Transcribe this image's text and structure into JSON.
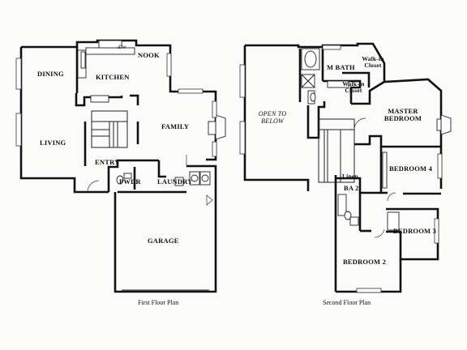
{
  "first_floor": {
    "caption": "First Floor Plan",
    "rooms": {
      "nook": "NOOK",
      "dining": "DINING",
      "kitchen": "KITCHEN",
      "dishwasher": "d/w",
      "family": "FAMILY",
      "living": "LIVING",
      "entry": "ENTRY",
      "powder": "PWDR",
      "laundry": "LAUNDRY",
      "garage": "GARAGE"
    }
  },
  "second_floor": {
    "caption": "Second Floor Plan",
    "rooms": {
      "m_bath": "M BATH",
      "walkin_closet_1": "Walk-in Closet",
      "walkin_closet_2": "Walk-in Closet",
      "open_to_below": "OPEN TO BELOW",
      "master_bedroom": "MASTER BEDROOM",
      "bedroom4": "BEDROOM 4",
      "linen": "Linen",
      "ba2": "BA 2",
      "bedroom3": "BEDROOM 3",
      "bedroom2": "BEDROOM 2"
    }
  }
}
